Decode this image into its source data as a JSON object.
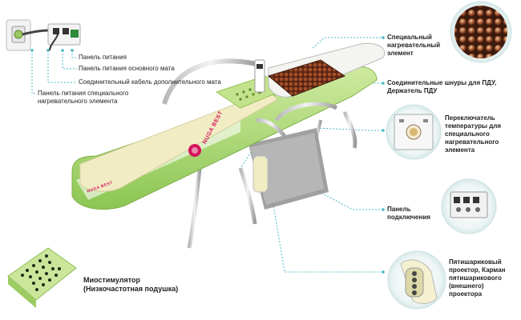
{
  "labels": {
    "power_panel": "Панель питания",
    "main_mat_power": "Панель питания основного мата",
    "extra_mat_cable": "Соединительный кабель дополнительного мата",
    "special_heater_power": "Панель питания специального нагревательного элемента",
    "special_heater": "Специальный нагревательный элемент",
    "remote_cords": "Соединительные шнуры для ПДУ, Держатель ПДУ",
    "temp_switch": "Переключатель температуры для специального нагревательного элемента",
    "connect_panel": "Панель подключения",
    "projector": "Пятишариковый проектор, Карман пятишарикового (внешнего) проектора",
    "myostimulator": "Миостимулятор (Низкочастотная подушка)"
  },
  "brand": {
    "logo_text": "NUGA BEST"
  },
  "colors": {
    "leader_line": "#4bb8c4",
    "bed_green": "#a9d66b",
    "bed_cream": "#f2ecc4",
    "stone_brown": "#7a3a22"
  }
}
